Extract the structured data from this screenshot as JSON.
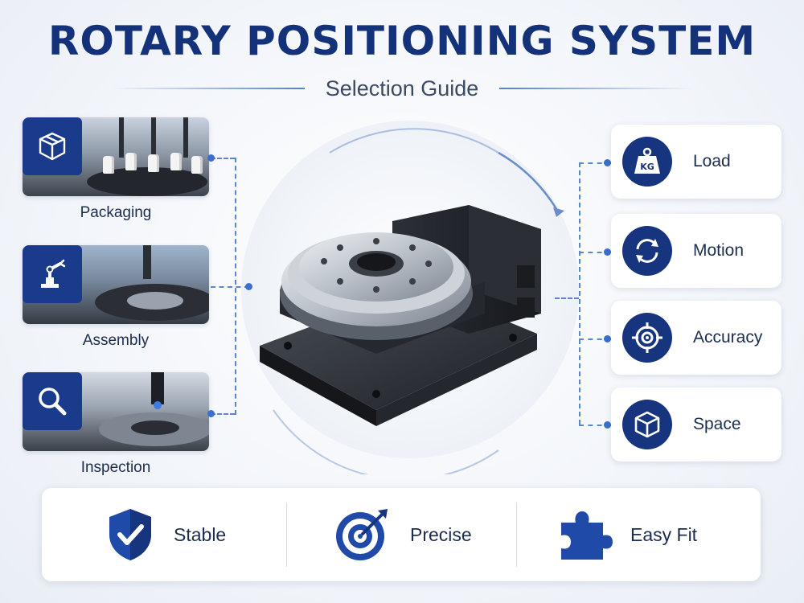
{
  "header": {
    "title": "ROTARY POSITIONING SYSTEM",
    "subtitle": "Selection Guide"
  },
  "applications": [
    {
      "label": "Packaging",
      "icon": "package-box-icon"
    },
    {
      "label": "Assembly",
      "icon": "robot-arm-icon"
    },
    {
      "label": "Inspection",
      "icon": "magnifier-icon"
    }
  ],
  "factors": [
    {
      "label": "Load",
      "icon": "weight-kg-icon",
      "icon_text": "KG"
    },
    {
      "label": "Motion",
      "icon": "rotation-arrows-icon"
    },
    {
      "label": "Accuracy",
      "icon": "target-crosshair-icon"
    },
    {
      "label": "Space",
      "icon": "cube-icon"
    }
  ],
  "features": [
    {
      "label": "Stable",
      "icon": "shield-check-icon"
    },
    {
      "label": "Precise",
      "icon": "bullseye-arrow-icon"
    },
    {
      "label": "Easy Fit",
      "icon": "puzzle-piece-icon"
    }
  ],
  "colors": {
    "primary": "#17347f",
    "accent": "#3a6fd0",
    "title": "#13327a",
    "background": "#f2f5fa"
  }
}
